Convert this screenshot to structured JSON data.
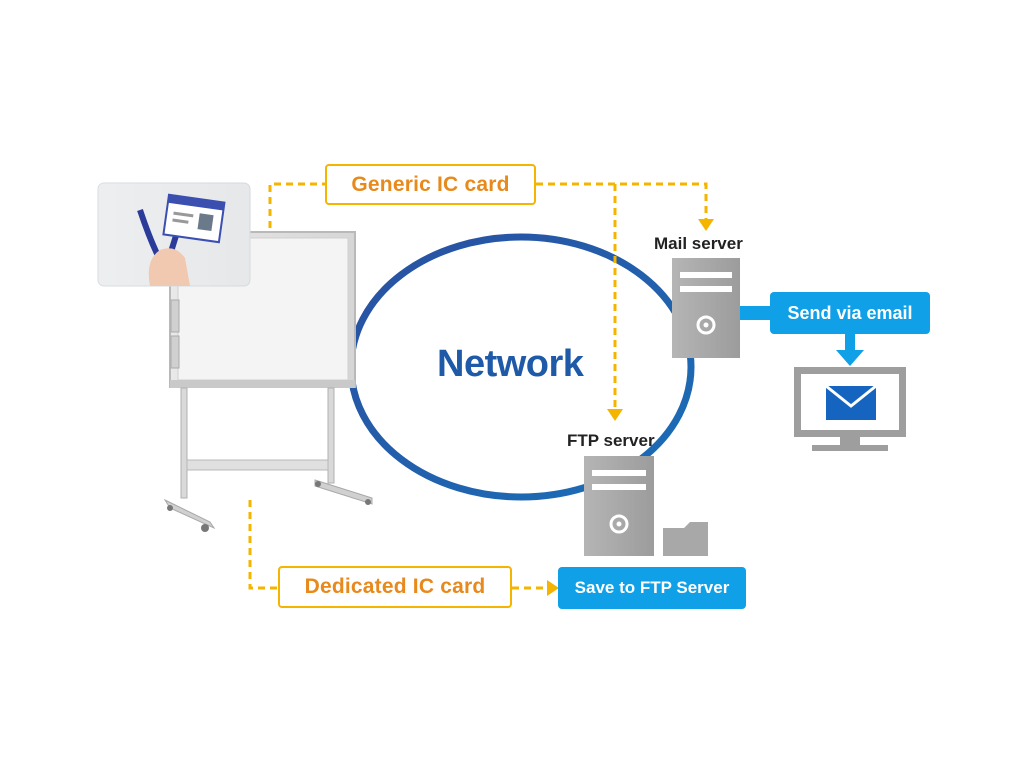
{
  "labels": {
    "generic_ic_card": "Generic IC card",
    "dedicated_ic_card": "Dedicated IC card",
    "network": "Network",
    "mail_server": "Mail server",
    "ftp_server": "FTP server",
    "send_via_email": "Send via email",
    "save_to_ftp": "Save to FTP Server"
  },
  "colors": {
    "dashed_line": "#f5b400",
    "label_text": "#e8891b",
    "network_ring": "#1e5aa8",
    "network_text": "#1e5aa8",
    "action_button": "#0fa0e8",
    "server_gray": "#a9a9a9"
  },
  "icons": {
    "id_card_photo": "id-card-photo",
    "whiteboard": "whiteboard-icon",
    "mail_server": "server-icon",
    "ftp_server": "server-icon",
    "storage": "storage-box-icon",
    "monitor": "monitor-icon",
    "envelope": "envelope-icon"
  }
}
